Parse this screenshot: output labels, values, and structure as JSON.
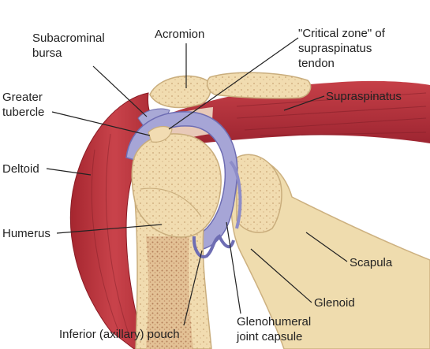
{
  "labels": {
    "subacrominal_bursa": [
      "Subacrominal",
      "bursa"
    ],
    "acromion": "Acromion",
    "critical_zone": [
      "\"Critical zone\" of",
      "supraspinatus",
      "tendon"
    ],
    "greater_tubercle": [
      "Greater",
      "tubercle"
    ],
    "supraspinatus": "Supraspinatus",
    "deltoid": "Deltoid",
    "humerus": "Humerus",
    "scapula": "Scapula",
    "glenoid": "Glenoid",
    "inferior_pouch": "Inferior (axillary) pouch",
    "glenohumeral_capsule": [
      "Glenohumeral",
      "joint capsule"
    ]
  },
  "colors": {
    "muscle": "#b8323a",
    "muscle_light": "#d9646a",
    "bone": "#f3dfb5",
    "bone_edge": "#c9ad7c",
    "marrow": "#e7c9a0",
    "bursa": "#a9a9d6",
    "capsule": "#8d8cc8",
    "scapula_back": "#ecd9ad"
  }
}
